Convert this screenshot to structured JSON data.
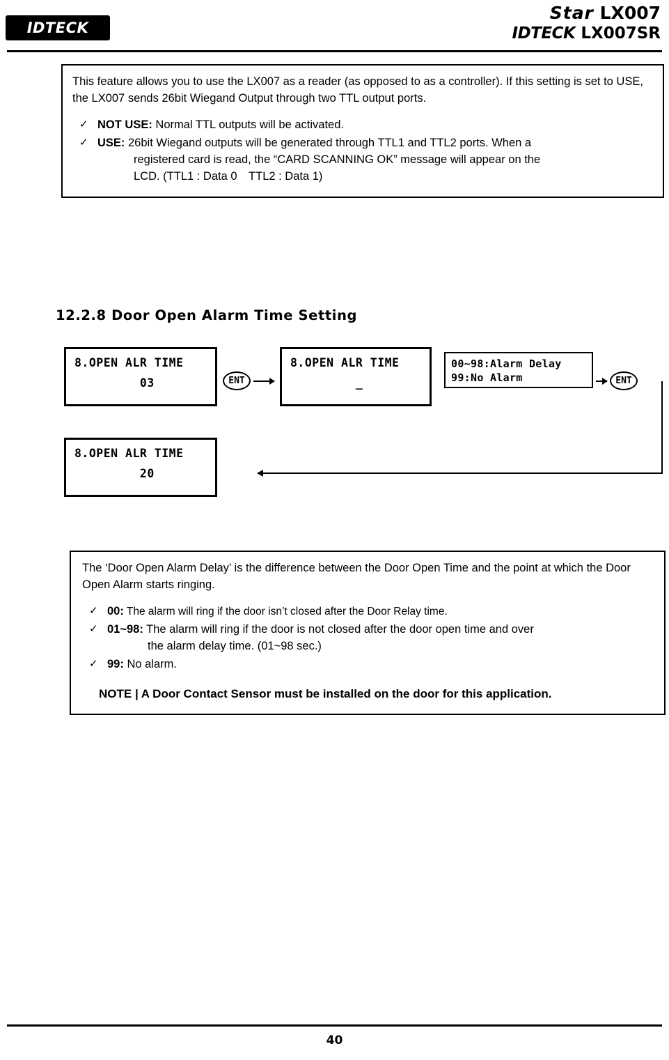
{
  "header": {
    "logo_text": "IDTECK",
    "title_line1_star": "Star",
    "title_line1_model": "LX007",
    "title_line2_brand": "IDTECK",
    "title_line2_model": "LX007SR"
  },
  "note_box_top": {
    "paragraph": "This feature allows you to use the LX007 as a reader (as opposed to as a controller). If this setting is set to USE, the LX007 sends 26bit Wiegand Output through two TTL output ports.",
    "bullets": [
      {
        "check": "✓",
        "label": "NOT USE:",
        "text": " Normal TTL outputs will be activated.",
        "cont1": "",
        "cont2": ""
      },
      {
        "check": "✓",
        "label": "USE:",
        "text": " 26bit Wiegand outputs will be generated through TTL1 and TTL2 ports. When a",
        "cont1": "registered card is read, the “CARD SCANNING OK” message will appear on the",
        "cont2": "LCD. (TTL1 : Data 0 TTL2 : Data 1)"
      }
    ]
  },
  "section": {
    "heading": "12.2.8 Door Open Alarm Time Setting"
  },
  "diagram": {
    "lcd1": {
      "line1": "8.OPEN ALR TIME",
      "line2": "         03"
    },
    "lcd2": {
      "line1": "8.OPEN ALR TIME",
      "line2": "         _"
    },
    "lcd3": {
      "line1": "8.OPEN ALR TIME",
      "line2": "         20"
    },
    "range_note": {
      "line1": "00~98:Alarm Delay",
      "line2": "99:No Alarm"
    },
    "ent_button_1": "ENT",
    "ent_button_2": "ENT"
  },
  "note_box_bottom": {
    "paragraph": "The ‘Door Open Alarm Delay’ is the difference between the Door Open Time and the point at which the Door Open Alarm starts ringing.",
    "bullets": [
      {
        "check": "✓",
        "label": "00:",
        "text": " The alarm will ring if the door isn’t closed after the Door Relay time.",
        "cont1": ""
      },
      {
        "check": "✓",
        "label": "01~98:",
        "text": " The alarm will ring if the door is not closed after the door open time and over",
        "cont1": "the alarm delay time. (01~98 sec.)"
      },
      {
        "check": "✓",
        "label": "99:",
        "text": " No alarm.",
        "cont1": ""
      }
    ],
    "note": "NOTE | A Door Contact Sensor must be installed on the door for this application."
  },
  "footer": {
    "page_number": "40"
  }
}
